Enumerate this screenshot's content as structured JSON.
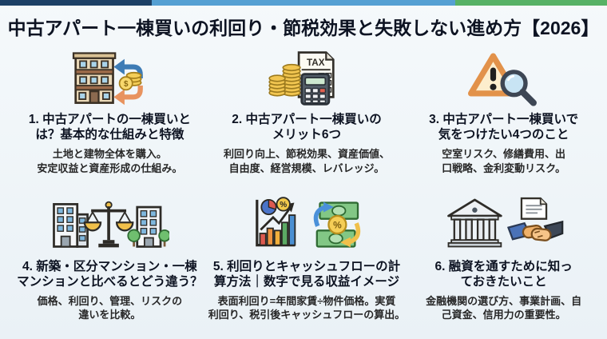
{
  "colors": {
    "topbar_navy": "#1d4066",
    "topbar_sky": "#55a0d3",
    "topbar_green": "#57b266",
    "background": "#edf3f7",
    "heading_text": "#0d1322",
    "body_text": "#272727"
  },
  "header": {
    "title": "中古アパート一棟買いの利回り・節税効果と失敗しない進め方【2026】"
  },
  "sections": [
    {
      "icon": "apartment-building-cycle-icon",
      "heading1": "1. 中古アパートの一棟買いと",
      "heading2": "は？基本的な仕組みと特徴",
      "body1": "土地と建物全体を購入。",
      "body2": "安定収益と資産形成の仕組み。"
    },
    {
      "icon": "tax-coins-calculator-icon",
      "heading1": "2. 中古アパート一棟買いの",
      "heading2": "メリット6つ",
      "body1": "利回り向上、節税効果、資産価値、",
      "body2": "自由度、経営規模、レバレッジ。"
    },
    {
      "icon": "warning-magnifier-icon",
      "heading1": "3. 中古アパート一棟買いで",
      "heading2": "気をつけたい4つのこと",
      "body1": "空室リスク、修繕費用、出",
      "body2": "口戦略、金利変動リスク。"
    },
    {
      "icon": "buildings-balance-scale-icon",
      "heading1": "4. 新築・区分マンション・一棟",
      "heading2": "マンションと比べるとどう違う？",
      "body1": "価格、利回り、管理、リスクの",
      "body2": "違いを比較。"
    },
    {
      "icon": "chart-money-cycle-icon",
      "heading1": "5. 利回りとキャッシュフローの計",
      "heading2": "算方法｜数字で見る収益イメージ",
      "body1": "表面利回り=年間家賃÷物件価格。実質",
      "body2": "利回り、税引後キャッシュフローの算出。"
    },
    {
      "icon": "bank-handshake-icon",
      "heading1": "6. 融資を通すために知っ",
      "heading2": "ておきたいこと",
      "body1": "金融機関の選び方、事業計画、自",
      "body2": "己資金、信用力の重要性。"
    }
  ]
}
